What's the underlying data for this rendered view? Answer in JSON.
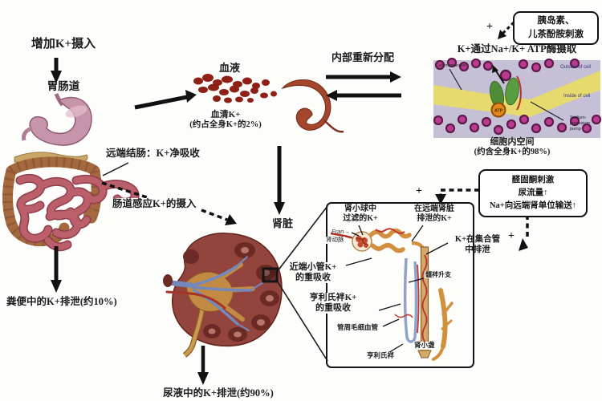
{
  "flow": {
    "increase_intake": "增加K+摄入",
    "gi_tract": "胃肠道",
    "distal_colon": "远端结肠：K+净吸收",
    "gut_sense": "肠道感应K+的摄入",
    "fecal_excretion": "粪便中的K+排泄(约10%)",
    "blood": "血液",
    "serum_k_line1": "血清K+",
    "serum_k_line2": "(约占全身K+的2%)",
    "redistribution": "内部重新分配",
    "kidney": "肾脏",
    "urine_excretion": "尿液中的K+排泄(约90%)"
  },
  "cell_panel": {
    "title": "K+通过Na+/K+ ATP酶摄取",
    "cell_membrane": "Cell membrane",
    "outside": "Outside of cell",
    "inside": "Inside of cell",
    "pump_line1": "Sodium-",
    "pump_line2": "potassium",
    "pump_line3": "pump",
    "atp": "ATP",
    "intracellular_line1": "细胞内空间",
    "intracellular_line2": "(约含全身K+的98%)"
  },
  "insulin_box": {
    "line1": "胰岛素、",
    "line2": "儿茶酚胺刺激"
  },
  "aldosterone_box": {
    "line1": "醛固酮刺激",
    "line2": "尿流量↑",
    "line3": "Na+向远端肾单位输送↑"
  },
  "plus_sign": "+",
  "inset": {
    "filtered1": "肾小球中",
    "filtered2": "过滤的K+",
    "distal1": "在远端肾脏",
    "distal2": "排泄的K+",
    "fran": "Fran→",
    "renal_artery": "肾动脉",
    "proximal1": "近端小管K+",
    "proximal2": "的重吸收",
    "henle1": "亨利氏袢K+",
    "henle2": "的重吸收",
    "peritubular": "管周毛细血管",
    "loop": "亨利氏袢",
    "calyx": "肾小盏",
    "medullary": "髓袢升支",
    "duct1": "K+在集合管",
    "duct2": "中排泄"
  },
  "colors": {
    "arrow": "#111111",
    "blood_cell": "#8e2015",
    "vessel": "#a4462b",
    "stomach": "#c795ab",
    "colon": "#a5693f",
    "small_intestine": "#bb5f6b",
    "kidney": "#93443c",
    "pyramid": "#6b2a24",
    "pelvis": "#c28a42",
    "vein_blue": "#7388bd",
    "membrane_bg": "#c6c0d6",
    "membrane_band": "#e6da6e",
    "ion_magenta": "#bd3a92",
    "pump_green": "#4f8c38",
    "atp_orange": "#e2881c",
    "tubule": "#d28f3f",
    "collecting_duct": "#d4a866",
    "loop_blue": "#8fa3cc",
    "capillary": "#c0392b"
  }
}
